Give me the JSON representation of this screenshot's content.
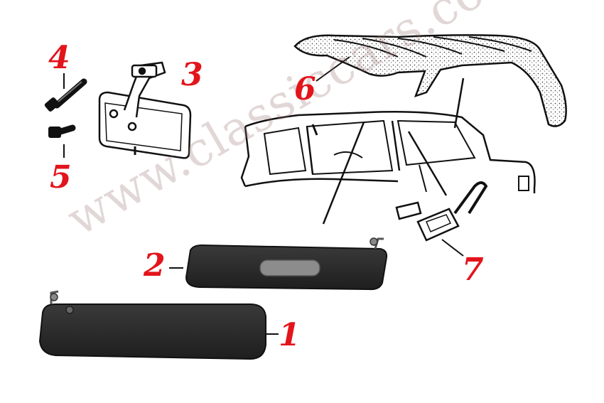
{
  "callouts": {
    "c1": "1",
    "c2": "2",
    "c3": "3",
    "c4": "4",
    "c5": "5",
    "c6": "6",
    "c7": "7"
  },
  "watermark": "www.classiccars.co.at",
  "colors": {
    "callout": "#e3141b",
    "part_dark": "#2b2b2b",
    "line_art": "#111111"
  }
}
